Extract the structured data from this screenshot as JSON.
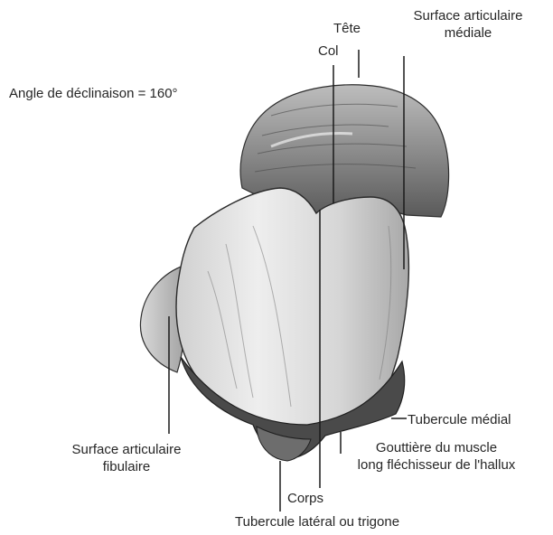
{
  "annotation": "Angle de déclinaison = 160°",
  "labels": {
    "tete": "Tête",
    "col": "Col",
    "surface_articulaire_mediale": [
      "Surface articulaire",
      "médiale"
    ],
    "surface_articulaire_fibulaire": [
      "Surface articulaire",
      "fibulaire"
    ],
    "tubercule_medial": "Tubercule médial",
    "gouttiere": [
      "Gouttière du muscle",
      "long fléchisseur de l'hallux"
    ],
    "corps": "Corps",
    "tubercule_lateral": "Tubercule latéral ou trigone"
  },
  "colors": {
    "background": "#ffffff",
    "text": "#262626",
    "leader_line": "#1a1a1a",
    "bone_light": "#dcdcdc",
    "bone_mid": "#9a9a9a",
    "bone_dark": "#3a3a3a"
  }
}
